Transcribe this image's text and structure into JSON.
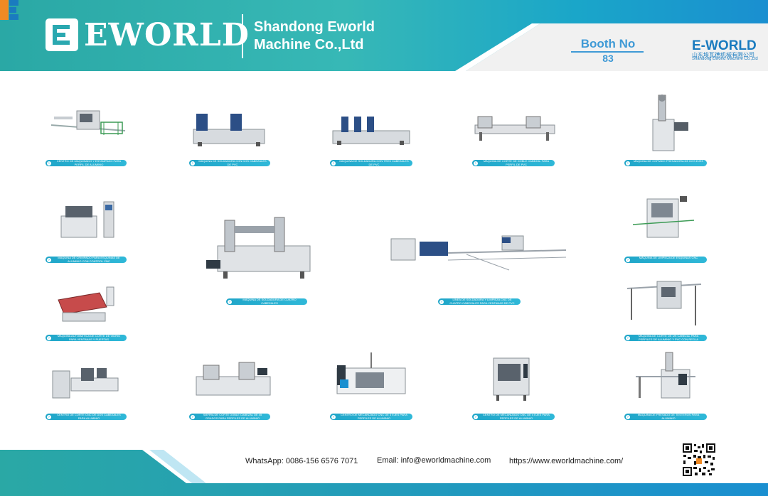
{
  "header": {
    "brand": "EWORLD",
    "company_line1": "Shandong Eworld",
    "company_line2": "Machine Co.,Ltd",
    "booth_label": "Booth No",
    "booth_number": "83",
    "logo2_name": "E-WORLD",
    "logo2_cn": "山东埃瓦德机械有限公司",
    "logo2_en": "Shandong Eworld Machine Co.,Ltd"
  },
  "products": [
    {
      "label": "CENTRO DE MAQUINADO Y ESTAMPADO PARA PERFIL DE ALUMINIO"
    },
    {
      "label": "MÁQUINA DE SOLDADURA CON DOS CABEZALES DE PVC"
    },
    {
      "label": "MÁQUINA DE SOLDADURA CON TRES CABEZALES DE PVC"
    },
    {
      "label": "MÁQUINA DE CORTE DE DOBLE CABEZAL PARA PERFIL DE PVC"
    },
    {
      "label": "MÁQUINA DE COPIADO FRESADORA DE DOS EJES"
    },
    {
      "label": "MÁQUINA DE CRIMPADO PARA ESQUINAS DE ALUMINIO CON CONTROL CNC"
    },
    {
      "label": "MÁQUINA DE SOLDADURA DE CUATRO CABEZALES"
    },
    {
      "label": "LÍNEA DE SOLDADURA Y LIMPIEZA CNC DE CUATRO CABEZALES PARA VENTANAS DE PVC"
    },
    {
      "label": "MÁQUINA DE LIMPIEZA DE ESQUINAS CNC"
    },
    {
      "label": "MÁQUINA AUTOMÁTICA DE CORTE DE VIDRIO PARA VENTANAS Y PUERTAS"
    },
    {
      "label": "MÁQUINA DE CORTE DE UN CABEZAL PARA PERFILES DE ALUMINIO Y PVC CON REGLA"
    },
    {
      "label": "CENTRO DE CORTE CNC DE DOS CABEZALES PARA ALUMINIO"
    },
    {
      "label": "SIERRA DE CORTE DOBLE CABEZAL DE 45 GRADOS PARA PERFILES DE ALUMINIO"
    },
    {
      "label": "CENTRO DE MECANIZADO CNC DE 3 EJES PARA PERFILES DE ALUMINIO"
    },
    {
      "label": "CENTRO DE MECANIZADO CNC DE 4 EJES PARA PERFILES DE ALUMINIO"
    },
    {
      "label": "MÁQUINA DE FRESADO DE TESTEROS PARA ALUMINIO"
    }
  ],
  "footer": {
    "whatsapp": "WhatsApp: 0086-156 6576 7071",
    "email": "Email: info@eworldmachine.com",
    "website": "https://www.eworldmachine.com/"
  },
  "colors": {
    "teal_dark": "#23a7a3",
    "teal_light": "#43c0be",
    "blue": "#1a8fd0",
    "label_blue": "#20a6c9",
    "booth_blue": "#3f9ad6"
  },
  "icons": [
    "chevron-right-icon",
    "qr-code-icon",
    "eworld-logo-icon"
  ]
}
